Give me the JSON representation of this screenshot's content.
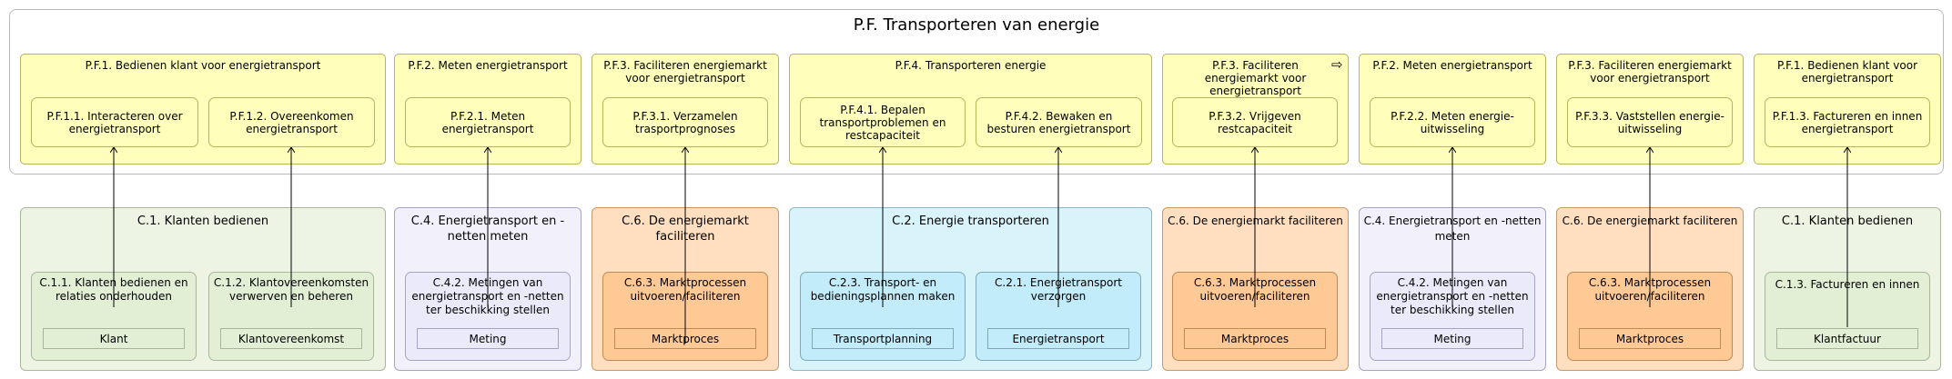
{
  "diagram": {
    "title": "P.F. Transporteren van energie",
    "functions": [
      {
        "title": "P.F.1. Bedienen klant voor energietransport",
        "subs": [
          "P.F.1.1. Interacteren over energietransport",
          "P.F.1.2. Overeenkomen energietransport"
        ]
      },
      {
        "title": "P.F.2. Meten energietransport",
        "subs": [
          "P.F.2.1. Meten energietransport"
        ]
      },
      {
        "title": "P.F.3. Faciliteren energiemarkt voor energietransport",
        "subs": [
          "P.F.3.1. Verzamelen trasportprognoses"
        ]
      },
      {
        "title": "P.F.4. Transporteren energie",
        "subs": [
          "P.F.4.1. Bepalen transportproblemen en restcapaciteit",
          "P.F.4.2. Bewaken en besturen energietransport"
        ]
      },
      {
        "title": "P.F.3. Faciliteren energiemarkt voor energietransport",
        "subs": [
          "P.F.3.2. Vrijgeven restcapaciteit"
        ]
      },
      {
        "title": "P.F.2. Meten energietransport",
        "subs": [
          "P.F.2.2. Meten energie-uitwisseling"
        ]
      },
      {
        "title": "P.F.3. Faciliteren energiemarkt voor energietransport",
        "subs": [
          "P.F.3.3. Vaststellen energie-uitwisseling"
        ]
      },
      {
        "title": "P.F.1. Bedienen klant voor energietransport",
        "subs": [
          "P.F.1.3. Factureren en innen energietransport"
        ]
      }
    ],
    "capabilities": [
      {
        "title": "C.1. Klanten bedienen",
        "subs": [
          {
            "title": "C.1.1. Klanten bedienen en relaties onderhouden",
            "object": "Klant"
          },
          {
            "title": "C.1.2. Klantovereenkomsten verwerven en beheren",
            "object": "Klantovereenkomst"
          }
        ]
      },
      {
        "title": "C.4. Energietransport en -netten meten",
        "subs": [
          {
            "title": "C.4.2. Metingen van energietransport en -netten ter beschikking stellen",
            "object": "Meting"
          }
        ]
      },
      {
        "title": "C.6. De energiemarkt faciliteren",
        "subs": [
          {
            "title": "C.6.3. Marktprocessen uitvoeren/faciliteren",
            "object": "Marktproces"
          }
        ]
      },
      {
        "title": "C.2. Energie transporteren",
        "subs": [
          {
            "title": "C.2.3. Transport- en bedieningsplannen maken",
            "object": "Transportplanning"
          },
          {
            "title": "C.2.1. Energietransport verzorgen",
            "object": "Energietransport"
          }
        ]
      },
      {
        "title": "C.6. De energiemarkt faciliteren",
        "subs": [
          {
            "title": "C.6.3. Marktprocessen uitvoeren/faciliteren",
            "object": "Marktproces"
          }
        ]
      },
      {
        "title": "C.4. Energietransport en -netten meten",
        "subs": [
          {
            "title": "C.4.2. Metingen van energietransport en -netten ter beschikking stellen",
            "object": "Meting"
          }
        ]
      },
      {
        "title": "C.6. De energiemarkt faciliteren",
        "subs": [
          {
            "title": "C.6.3. Marktprocessen uitvoeren/faciliteren",
            "object": "Marktproces"
          }
        ]
      },
      {
        "title": "C.1. Klanten bedienen",
        "subs": [
          {
            "title": "C.1.3. Factureren en innen",
            "object": "Klantfactuur"
          }
        ]
      }
    ],
    "icons": {
      "flow": "flow-arrow-icon"
    }
  }
}
